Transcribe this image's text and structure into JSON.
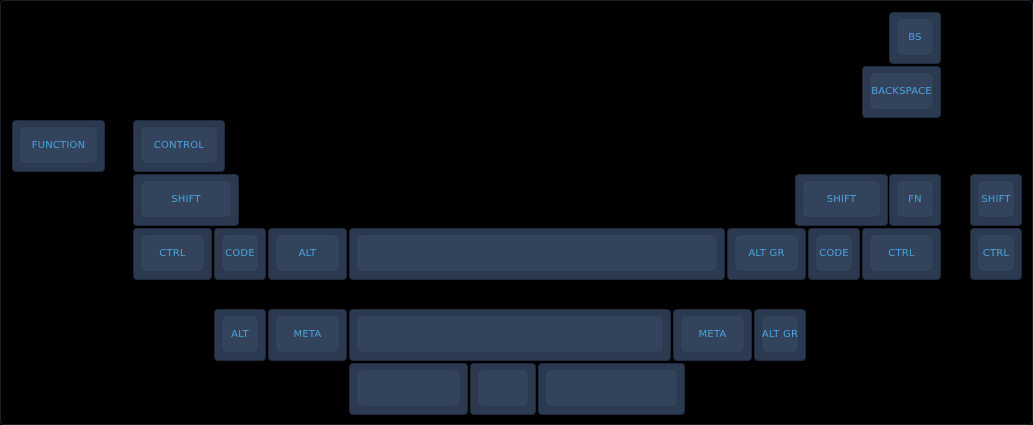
{
  "theme": {
    "background": "#000000",
    "key_color": "#2b3a50",
    "key_top_color": "#32435b",
    "legend_color": "#4aa3df"
  },
  "keys": {
    "bs": "BS",
    "backspace": "BACKSPACE",
    "function": "FUNCTION",
    "control": "CONTROL",
    "shift_left": "SHIFT",
    "shift_right": "SHIFT",
    "fn": "FN",
    "shift_far_right": "SHIFT",
    "ctrl_left": "CTRL",
    "code_left": "CODE",
    "alt_left": "ALT",
    "space_top": "",
    "alt_gr_top": "ALT GR",
    "code_right": "CODE",
    "ctrl_right": "CTRL",
    "ctrl_far_right": "CTRL",
    "alt_bottom": "ALT",
    "meta_left": "META",
    "space_bottom": "",
    "meta_right": "META",
    "alt_gr_bottom": "ALT GR",
    "split_space_left": "",
    "split_space_middle": "",
    "split_space_right": ""
  }
}
